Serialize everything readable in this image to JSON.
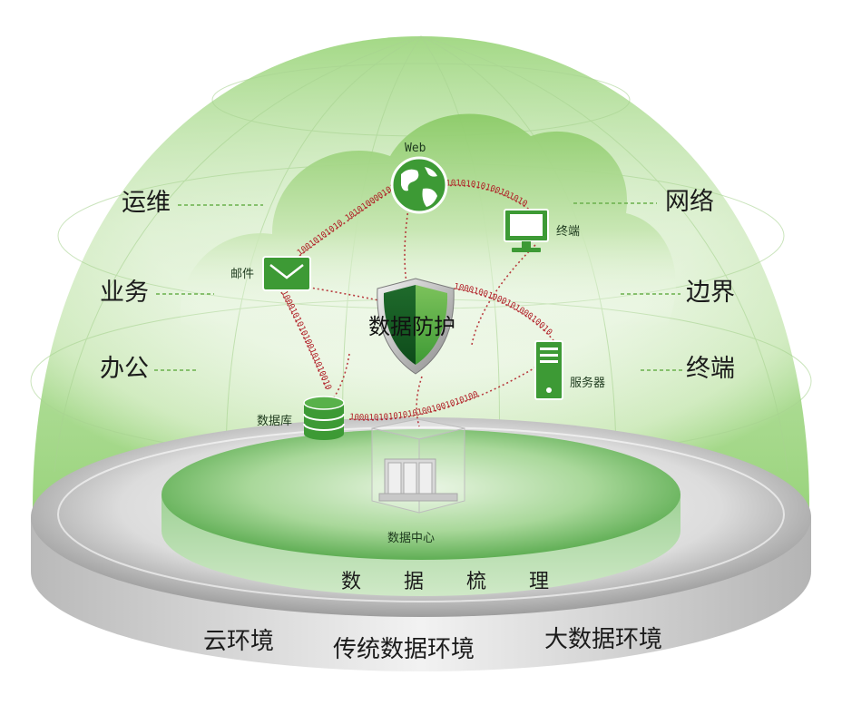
{
  "side_labels": {
    "left": [
      "运维",
      "业务",
      "办公"
    ],
    "right": [
      "网络",
      "边界",
      "终端"
    ]
  },
  "nodes": {
    "web": "Web",
    "mail": "邮件",
    "terminal": "终端",
    "server": "服务器",
    "database": "数据库",
    "datacenter": "数据中心"
  },
  "center_label": "数据防护",
  "inner_ring_label": "数 据 梳 理",
  "environments": [
    "云环境",
    "传统数据环境",
    "大数据环境"
  ],
  "binary_streams": {
    "a": "10010101010 1010100001010",
    "b": "010101010100101010",
    "c": "10001010101001010100101",
    "d": "1000100100010100010010",
    "e": "100010101010101001001010100"
  },
  "colors": {
    "dome_green": "#8fcf6e",
    "cloud_green": "#7cc35a",
    "icon_green": "#3d9a35",
    "binary_red": "#b01c24",
    "dashed_green": "#6ab04c"
  }
}
